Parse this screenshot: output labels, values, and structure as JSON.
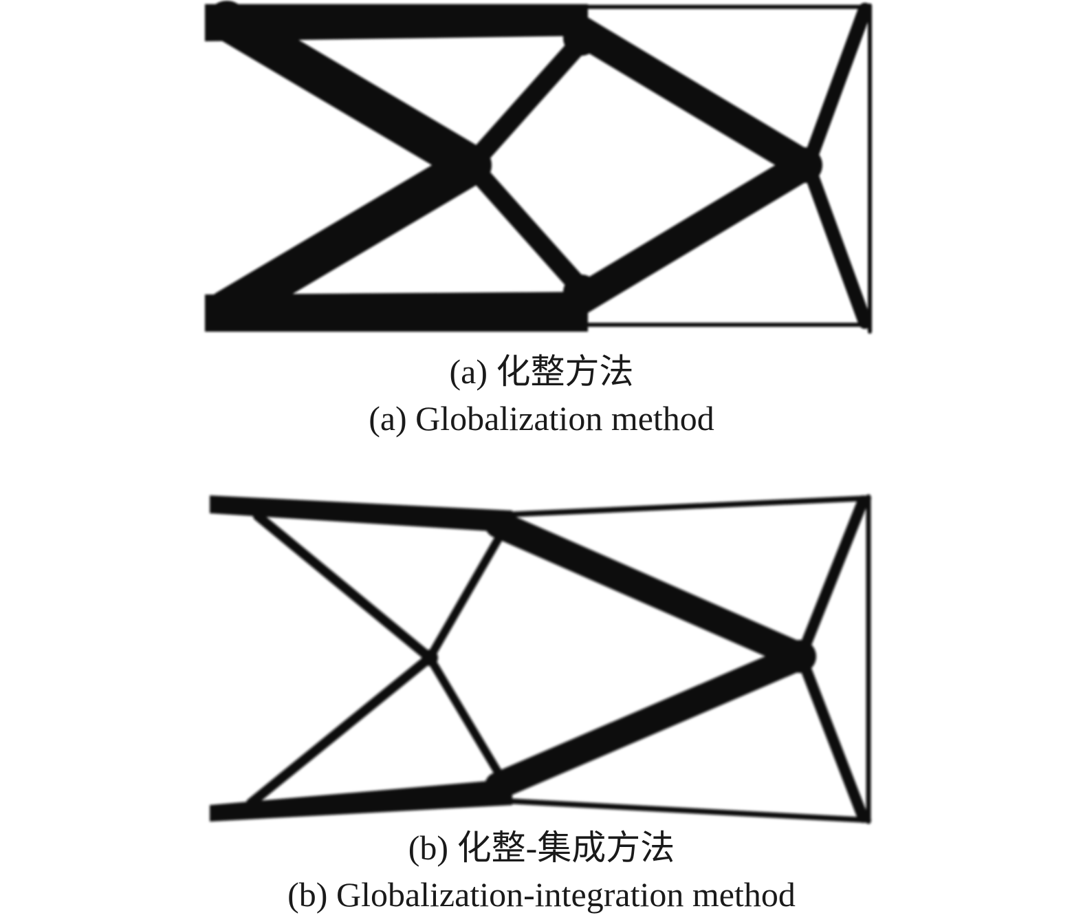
{
  "figures": [
    {
      "caption_zh": "(a) 化整方法",
      "caption_en": "(a) Globalization method"
    },
    {
      "caption_zh": "(b) 化整-集成方法",
      "caption_en": "(b) Globalization-integration method"
    }
  ],
  "colors": {
    "material": "#0d0d0d",
    "background": "#ffffff"
  }
}
